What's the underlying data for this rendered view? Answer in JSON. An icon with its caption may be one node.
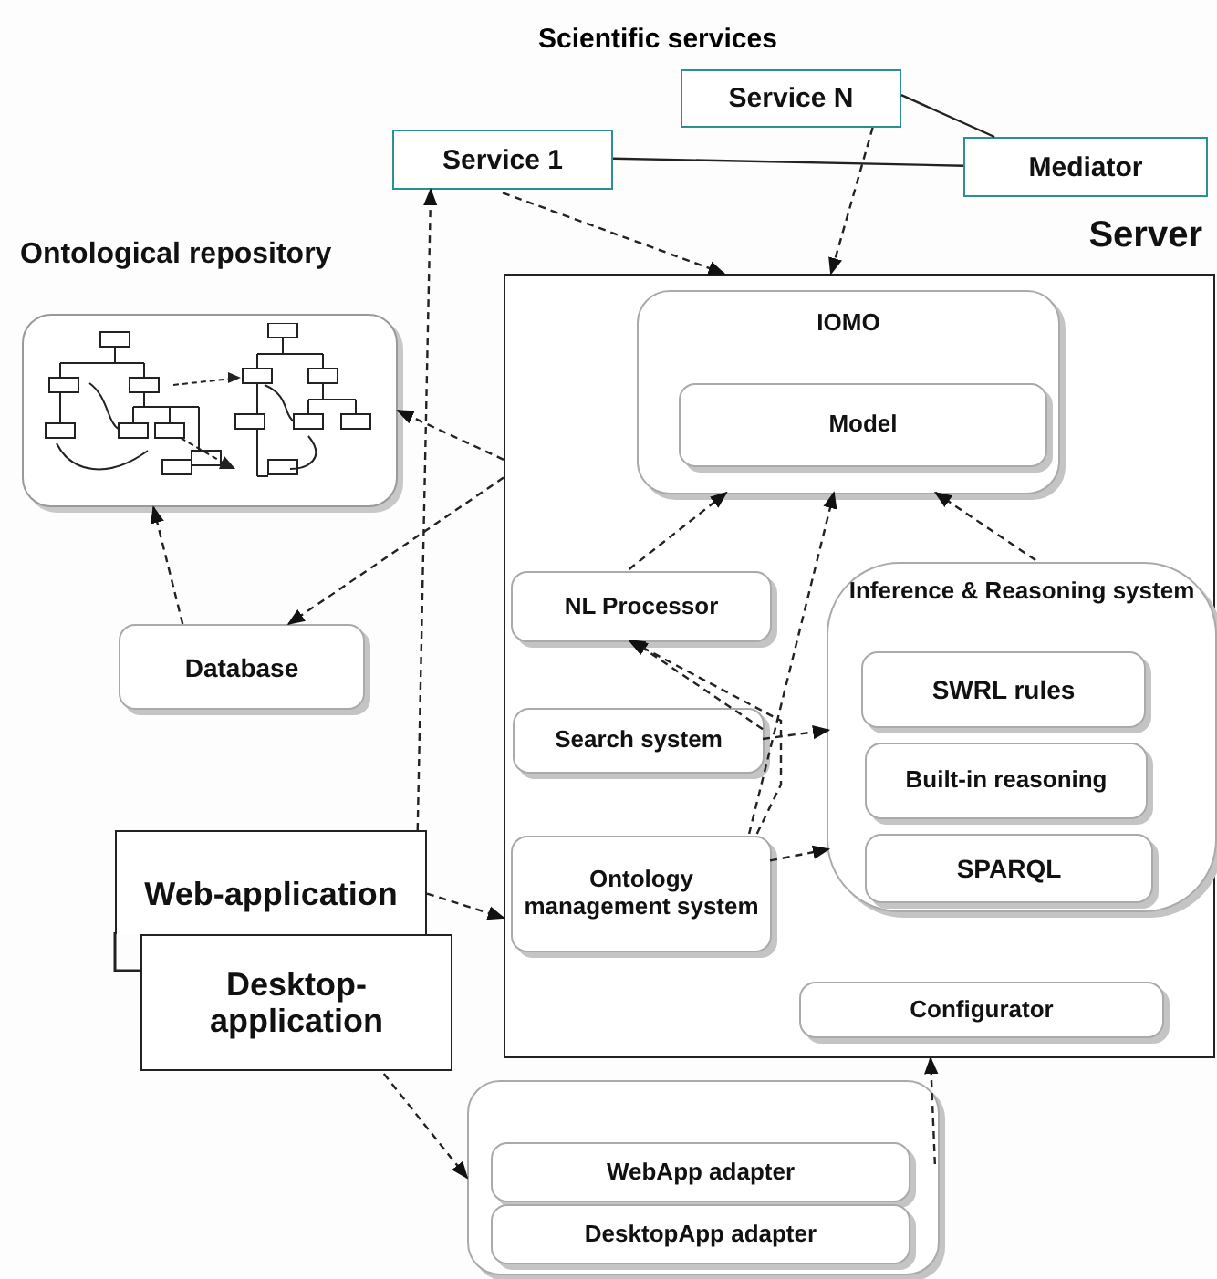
{
  "diagram": {
    "nodes": [
      {
        "text": [
          "Service N"
        ]
      },
      {
        "text": [
          "Service 1"
        ]
      },
      {
        "text": [
          "Mediator"
        ]
      },
      {
        "text": [
          "Ontological repository"
        ]
      },
      {
        "text": [
          "Server"
        ]
      },
      {
        "text": [
          "IOMO"
        ],
        "in": 4
      },
      {
        "text": [
          "Model"
        ],
        "in": 5
      },
      {
        "text": [
          "NL Processor"
        ],
        "in": 4
      },
      {
        "text": [
          "Inference & Reasoning system"
        ],
        "in": 4
      },
      {
        "text": [
          "SWRL rules"
        ],
        "in": 8
      },
      {
        "text": [
          "Built-in reasoning"
        ],
        "in": 8
      },
      {
        "text": [
          "SPARQL"
        ],
        "in": 8
      },
      {
        "text": [
          "Search system"
        ],
        "in": 4
      },
      {
        "text": [
          "Ontology management system"
        ],
        "in": 4
      },
      {
        "text": [
          "Configurator"
        ],
        "in": 4
      },
      {
        "text": [
          "Database"
        ]
      },
      {
        "text": [
          "Web-application"
        ]
      },
      {
        "text": [
          "Desktop-application"
        ]
      },
      {
        "text": [],
        "shape": "box"
      },
      {
        "text": [
          "WebApp adapter"
        ],
        "in": 18
      },
      {
        "text": [
          "DesktopApp adapter"
        ],
        "in": 18
      }
    ],
    "edges": [
      {
        "from": 0,
        "to": 2,
        "arrow": "none"
      },
      {
        "from": 1,
        "to": 2,
        "arrow": "none"
      },
      {
        "from": 1,
        "to": 4,
        "arrow": "to",
        "style": "dashed"
      },
      {
        "from": 0,
        "to": 4,
        "arrow": "to",
        "style": "dashed"
      },
      {
        "from": 16,
        "to": 1,
        "arrow": "to",
        "style": "dashed"
      },
      {
        "from": 4,
        "to": 3,
        "arrow": "to",
        "style": "dashed"
      },
      {
        "from": 4,
        "to": 15,
        "arrow": "to",
        "style": "dashed"
      },
      {
        "from": 15,
        "to": 3,
        "arrow": "to",
        "style": "dashed"
      },
      {
        "from": 16,
        "to": 4,
        "arrow": "to",
        "style": "dashed"
      },
      {
        "from": 17,
        "to": 18,
        "arrow": "to",
        "style": "dashed"
      },
      {
        "from": 18,
        "to": 4,
        "arrow": "to",
        "style": "dashed"
      },
      {
        "from": 7,
        "to": 5,
        "arrow": "to",
        "style": "dashed"
      },
      {
        "from": 13,
        "to": 5,
        "arrow": "to",
        "style": "dashed"
      },
      {
        "from": 8,
        "to": 5,
        "arrow": "to",
        "style": "dashed"
      },
      {
        "from": 12,
        "to": 8,
        "arrow": "to",
        "style": "dashed"
      },
      {
        "from": 12,
        "to": 7,
        "arrow": "to",
        "style": "dashed"
      },
      {
        "from": 13,
        "to": 7,
        "arrow": "to",
        "style": "dashed"
      },
      {
        "from": 13,
        "to": 8,
        "arrow": "to",
        "style": "dashed"
      }
    ],
    "labels": [
      "Scientific services"
    ]
  }
}
